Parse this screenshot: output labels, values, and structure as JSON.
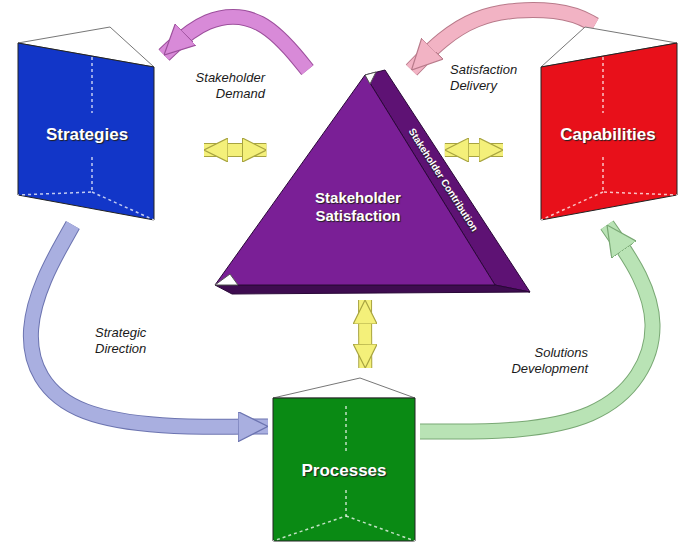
{
  "diagram": {
    "nodes": [
      {
        "text": [
          "Strategies"
        ]
      },
      {
        "text": [
          "Stakeholder Satisfaction",
          "Stakeholder Contribution"
        ]
      },
      {
        "text": [
          "Capabilities"
        ]
      },
      {
        "text": [
          "Processes"
        ]
      }
    ],
    "edges": [
      {
        "from": 1,
        "to": 0,
        "arrow": "to",
        "label": "Stakeholder Demand"
      },
      {
        "from": 2,
        "to": 1,
        "arrow": "to",
        "label": "Satisfaction Delivery"
      },
      {
        "from": 0,
        "to": 3,
        "arrow": "to",
        "label": "Strategic Direction"
      },
      {
        "from": 3,
        "to": 2,
        "arrow": "to",
        "label": "Solutions Development"
      },
      {
        "from": 0,
        "to": 1,
        "arrow": "both"
      },
      {
        "from": 1,
        "to": 2,
        "arrow": "both"
      },
      {
        "from": 1,
        "to": 3,
        "arrow": "both"
      }
    ]
  }
}
